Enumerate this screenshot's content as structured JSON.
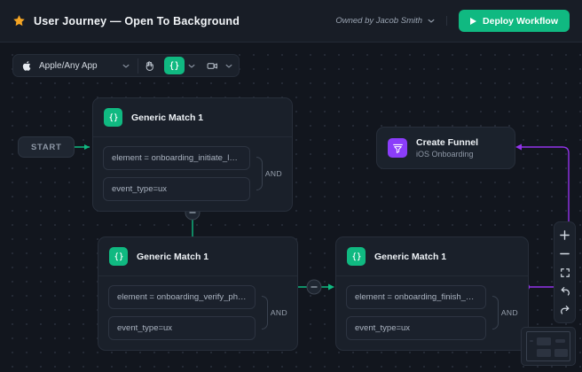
{
  "header": {
    "star_icon": "star-icon",
    "title": "User Journey — Open To Background",
    "owner_label": "Owned by Jacob Smith",
    "owner_chevron_icon": "chevron-down-icon",
    "deploy_label": "Deploy Workflow",
    "deploy_play_icon": "play-icon"
  },
  "toolbar": {
    "apple_icon": "apple-icon",
    "app_label": "Apple/Any App",
    "app_chevron_icon": "chevron-down-icon",
    "hand_tool_icon": "hand-icon",
    "code_tool_icon": "braces-icon",
    "code_chevron_icon": "chevron-down-icon",
    "video_tool_icon": "video-camera-icon",
    "video_chevron_icon": "chevron-down-icon"
  },
  "canvas": {
    "start_node": {
      "label": "START"
    },
    "nodes": [
      {
        "id": "node-1",
        "icon": "braces-icon",
        "title": "Generic Match 1",
        "conditions": [
          "element = onboarding_initiate_login",
          "event_type=ux"
        ],
        "operator": "AND"
      },
      {
        "id": "node-2",
        "icon": "braces-icon",
        "title": "Generic Match 1",
        "conditions": [
          "element = onboarding_verify_phone",
          "event_type=ux"
        ],
        "operator": "AND"
      },
      {
        "id": "node-3",
        "icon": "braces-icon",
        "title": "Generic Match 1",
        "conditions": [
          "element = onboarding_finish_button",
          "event_type=ux"
        ],
        "operator": "AND"
      }
    ],
    "funnel_node": {
      "icon": "funnel-icon",
      "title": "Create Funnel",
      "subtitle": "iOS Onboarding"
    },
    "edge_collapse_icon": "minus-circle-icon"
  },
  "zoom_controls": {
    "zoom_in_icon": "plus-icon",
    "zoom_out_icon": "minus-icon",
    "fit_screen_icon": "fit-to-screen-icon",
    "undo_icon": "undo-arrow-icon",
    "redo_icon": "redo-arrow-icon"
  },
  "minimap": {
    "name": "minimap"
  },
  "colors": {
    "accent_green": "#10b981",
    "accent_purple": "#8b3dfa",
    "star_yellow": "#f5a524",
    "canvas_bg": "#12161e",
    "node_bg": "#1a202a"
  }
}
